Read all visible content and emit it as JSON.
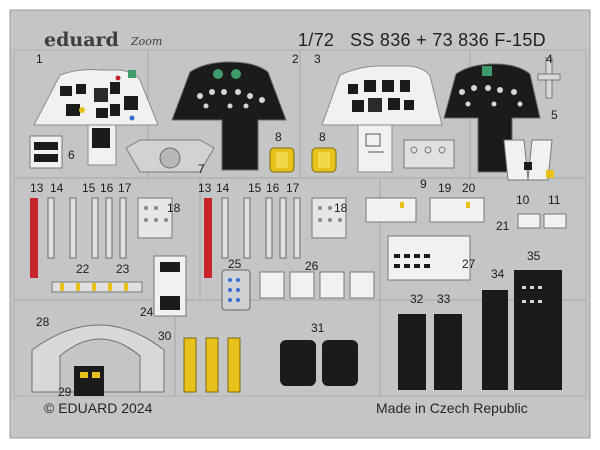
{
  "header": {
    "brand": "eduard",
    "sub_brand": "Zoom",
    "scale": "1/72",
    "product_code": "SS 836 + 73 836 F-15D"
  },
  "footer": {
    "copyright": "© EDUARD 2024",
    "origin": "Made in Czech Republic"
  },
  "part_numbers": [
    "1",
    "2",
    "3",
    "4",
    "5",
    "6",
    "7",
    "8",
    "8",
    "9",
    "10",
    "11",
    "13",
    "14",
    "15",
    "16",
    "17",
    "18",
    "13",
    "14",
    "15",
    "16",
    "17",
    "18",
    "19",
    "20",
    "21",
    "22",
    "23",
    "24",
    "25",
    "26",
    "27",
    "28",
    "29",
    "30",
    "31",
    "32",
    "33",
    "34",
    "35"
  ],
  "colors": {
    "fret_steel": "#c3c5c7",
    "fret_edge": "#9a9c9e",
    "panel_black": "#1b1b1b",
    "panel_white": "#f1f1f1",
    "belt_yellow": "#e8c21a",
    "belt_red": "#c8252b",
    "gauge_green": "#3f9a6b"
  }
}
